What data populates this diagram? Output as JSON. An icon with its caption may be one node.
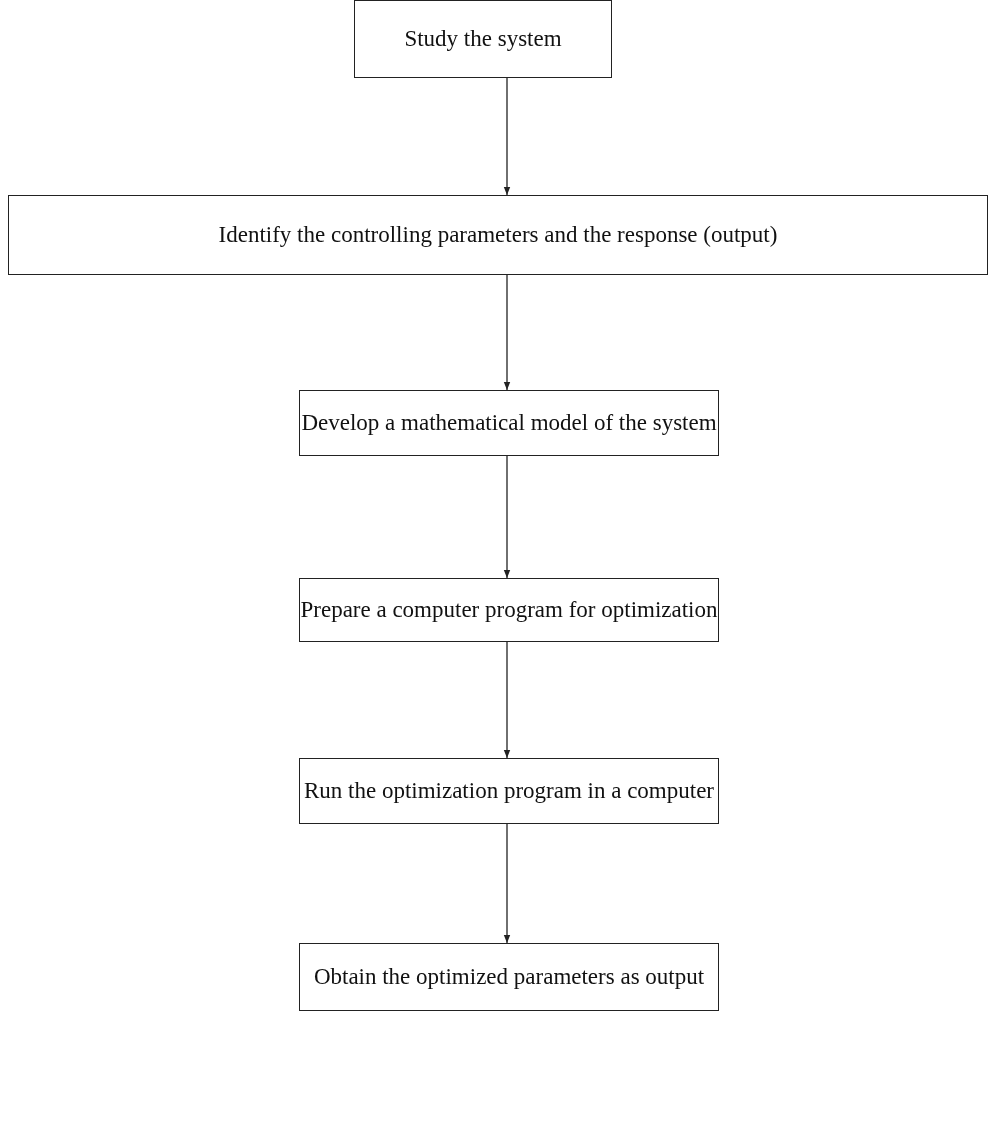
{
  "diagram": {
    "nodes": [
      {
        "text": [
          "Study the system"
        ]
      },
      {
        "text": [
          "Identify the controlling parameters and the response (output)"
        ]
      },
      {
        "text": [
          "Develop a mathematical model of the system"
        ]
      },
      {
        "text": [
          "Prepare a computer program for optimization"
        ]
      },
      {
        "text": [
          "Run the optimization program in a computer"
        ]
      },
      {
        "text": [
          "Obtain the optimized parameters as output"
        ]
      }
    ],
    "edges": [
      {
        "from": 0,
        "to": 1,
        "arrow": "to"
      },
      {
        "from": 1,
        "to": 2,
        "arrow": "to"
      },
      {
        "from": 2,
        "to": 3,
        "arrow": "to"
      },
      {
        "from": 3,
        "to": 4,
        "arrow": "to"
      },
      {
        "from": 4,
        "to": 5,
        "arrow": "to"
      }
    ]
  }
}
